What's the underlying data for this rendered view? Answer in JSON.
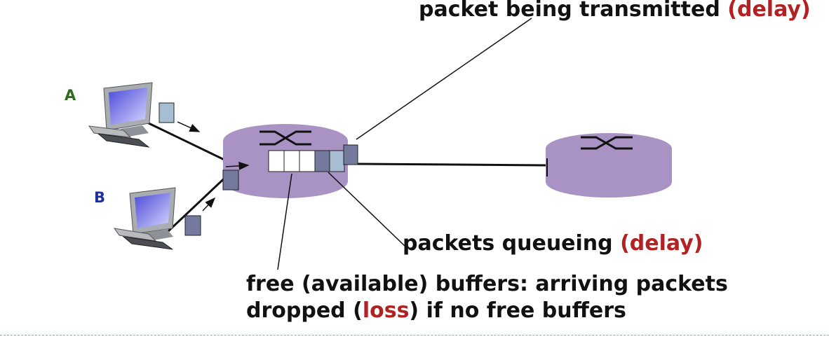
{
  "hosts": {
    "a": {
      "label": "A",
      "color": "#2e6b1c"
    },
    "b": {
      "label": "B",
      "color": "#1d2f9a"
    }
  },
  "annotations": {
    "transmitted": {
      "text": "packet being transmitted",
      "highlight": "(delay)"
    },
    "queueing": {
      "text": "packets queueing",
      "highlight": "(delay)"
    },
    "buffers": {
      "line1": "free (available) buffers: arriving packets",
      "line2_pre": "dropped (",
      "line2_highlight": "loss",
      "line2_post": ") if no free buffers"
    }
  },
  "colors": {
    "router": "#a992c4",
    "packet_dark": "#737a9e",
    "packet_light": "#a7bdd1",
    "highlight": "#b22222"
  },
  "icons": [
    "computer-icon",
    "router-icon",
    "packet-icon",
    "arrow-icon"
  ]
}
